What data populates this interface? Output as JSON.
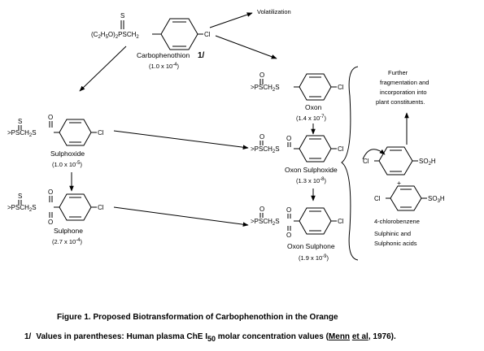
{
  "compounds": {
    "carbophenothion": {
      "name": "Carbophenothion",
      "footnote_mark": "1/",
      "value": "(1.0 x 10",
      "exp": "-4",
      "formula_prefix": "(C",
      "formula_sub1": "2",
      "formula_mid": "H",
      "formula_sub2": "5",
      "formula_tail": "O)",
      "formula_sub3": "2",
      "formula_p": "PSCH",
      "formula_sub4": "2",
      "s_top": "S",
      "cl": "Cl"
    },
    "sulphoxide": {
      "name": "Sulphoxide",
      "value": "(1.0 x 10",
      "exp": "-5",
      "formula": ">PSCH",
      "sub": "2",
      "s_tail": "S",
      "s_top": "S",
      "o_top": "O",
      "cl": "Cl"
    },
    "sulphone": {
      "name": "Sulphone",
      "value": "(2.7 x 10",
      "exp": "-4",
      "formula": ">PSCH",
      "sub": "2",
      "s_tail": "S",
      "s_top": "S",
      "o_top": "O",
      "o_bot": "O",
      "cl": "Cl"
    },
    "oxon": {
      "name": "Oxon",
      "value": "(1.4 x 10",
      "exp": "-7",
      "formula": ">PSCH",
      "sub": "2",
      "s_tail": "S",
      "o_top": "O",
      "cl": "Cl"
    },
    "oxon_sulphoxide": {
      "name": "Oxon Sulphoxide",
      "value": "(1.3 x 10",
      "exp": "-8",
      "formula": ">PSCH",
      "sub": "2",
      "s_tail": "S",
      "o_top": "O",
      "o_side": "O",
      "cl": "Cl"
    },
    "oxon_sulphone": {
      "name": "Oxon Sulphone",
      "value": "(1.9 x 10",
      "exp": "-9",
      "formula": ">PSCH",
      "sub": "2",
      "s_tail": "S",
      "o_top": "O",
      "o_side": "O",
      "o_bot": "O",
      "cl": "Cl"
    },
    "sulphinic": {
      "cl": "Cl",
      "group": "SO",
      "group_sub": "2",
      "group_h": "H"
    },
    "sulphonic": {
      "cl": "Cl",
      "group": "SO",
      "group_sub": "3",
      "group_h": "H"
    }
  },
  "labels": {
    "volatilization": "Volatilization",
    "further_1": "Further",
    "further_2": "fragmentation and",
    "further_3": "incorporation into",
    "further_4": "plant constituents.",
    "plus": "+",
    "chlorobenzene": "4-chlorobenzene",
    "acids_1": "Sulphinic and",
    "acids_2": "Sulphonic acids"
  },
  "caption": {
    "title": "Figure 1.  Proposed Biotransformation of Carbophenothion in the Orange",
    "note_mark": "1/",
    "note_a": "Values in parentheses:  Human plasma ChE I",
    "note_sub": "50",
    "note_b": " molar concentration values  (",
    "note_author": "Menn",
    "note_space": " ",
    "note_etal": "et al",
    "note_c": ", 1976)."
  }
}
